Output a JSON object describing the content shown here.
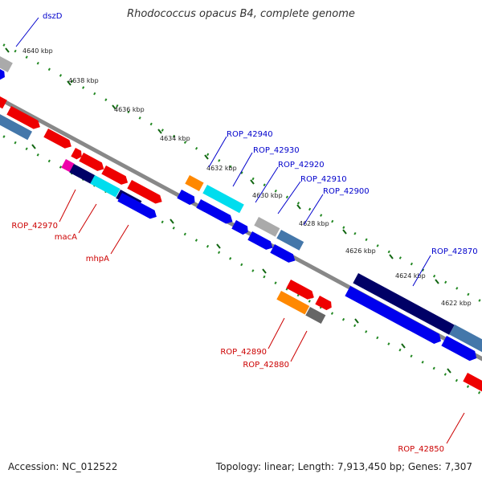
{
  "title": "Rhodococcus opacus B4, complete genome",
  "footer": {
    "accession": "Accession: NC_012522",
    "topology": "Topology: linear; Length: 7,913,450 bp; Genes: 7,307"
  },
  "ticks": [
    "4640 kbp",
    "4638 kbp",
    "4636 kbp",
    "4634 kbp",
    "4632 kbp",
    "4630 kbp",
    "4628 kbp",
    "4626 kbp",
    "4624 kbp",
    "4622 kbp"
  ],
  "labels_top": [
    "dszD",
    "ROP_42940",
    "ROP_42930",
    "ROP_42920",
    "ROP_42910",
    "ROP_42900",
    "ROP_42870"
  ],
  "labels_bottom": [
    "ROP_42970",
    "macA",
    "mhpA",
    "ROP_42890",
    "ROP_42880",
    "ROP_42850"
  ],
  "colors": {
    "label_top": "#0000cc",
    "label_bottom": "#cc0000",
    "backbone": "#888888",
    "red": "#ee0000",
    "blue": "#0000ee",
    "navy": "#000066",
    "cyan": "#00ddee",
    "steel": "#4477aa",
    "grey": "#aaaaaa",
    "orange": "#ff8800",
    "magenta": "#ee00aa",
    "tick": "#228822"
  }
}
